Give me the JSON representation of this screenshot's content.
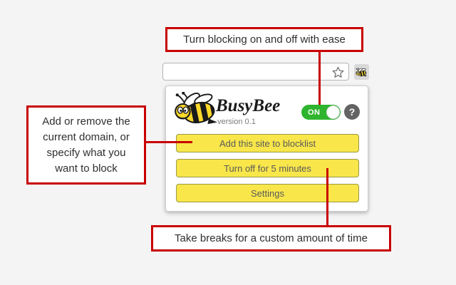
{
  "colors": {
    "background": "#f4f4f4",
    "annotation_red": "#c80000",
    "button_yellow": "#f8e64a",
    "button_border": "#9a9a42",
    "toggle_green": "#2eb42e",
    "help_gray": "#636363"
  },
  "browser": {
    "address_bar_value": "",
    "icons": {
      "bookmark": "star-outline",
      "extension": "busybee-bee"
    }
  },
  "popup": {
    "title": "BusyBee",
    "version": "version 0.1",
    "toggle_label": "ON",
    "help_label": "?",
    "buttons": [
      {
        "label": "Add this site to blocklist"
      },
      {
        "label": "Turn off for 5 minutes"
      },
      {
        "label": "Settings"
      }
    ]
  },
  "annotations": {
    "top": {
      "text": "Turn blocking on and off with ease"
    },
    "left": {
      "lines": [
        "Add or remove the",
        "current domain, or",
        "specify what you",
        "want to block"
      ]
    },
    "bottom": {
      "text": "Take breaks for a custom amount of time"
    }
  }
}
